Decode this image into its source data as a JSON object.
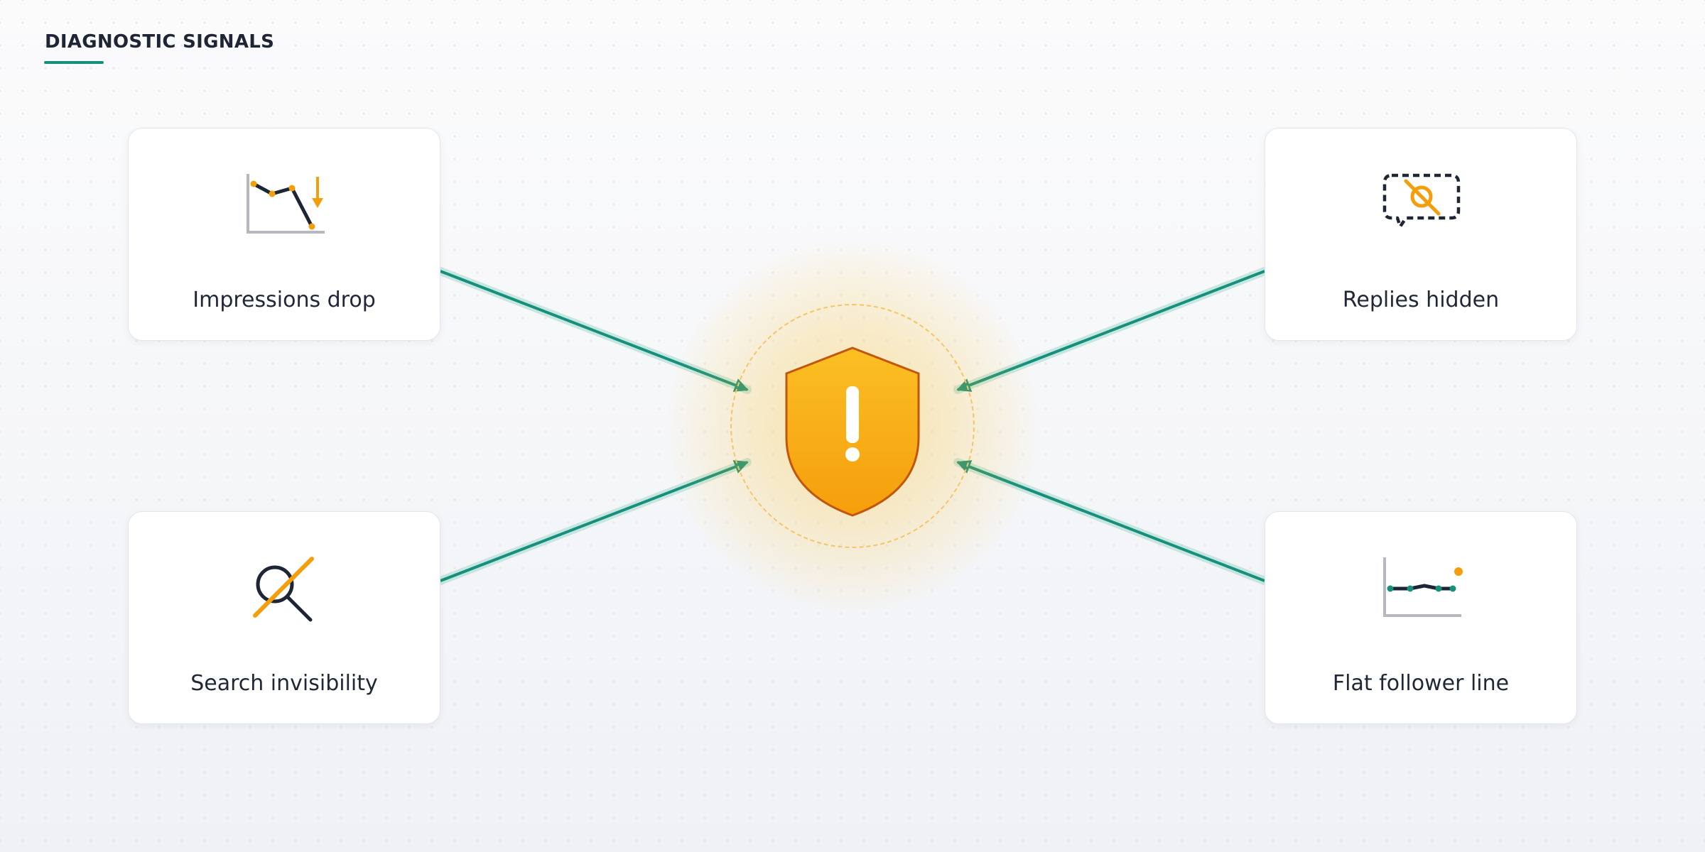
{
  "header": {
    "title": "DIAGNOSTIC SIGNALS"
  },
  "center": {
    "icon": "shield-alert-icon",
    "color": "#f59e0b"
  },
  "signals": [
    {
      "label": "Impressions drop",
      "icon": "declining-chart-icon"
    },
    {
      "label": "Replies hidden",
      "icon": "hidden-reply-icon"
    },
    {
      "label": "Search invisibility",
      "icon": "search-blocked-icon"
    },
    {
      "label": "Flat follower line",
      "icon": "flat-line-chart-icon"
    }
  ],
  "colors": {
    "connector": "#16907c",
    "accent_orange": "#f59e0b",
    "ink": "#1e2636",
    "axis": "#b5b8bf"
  }
}
